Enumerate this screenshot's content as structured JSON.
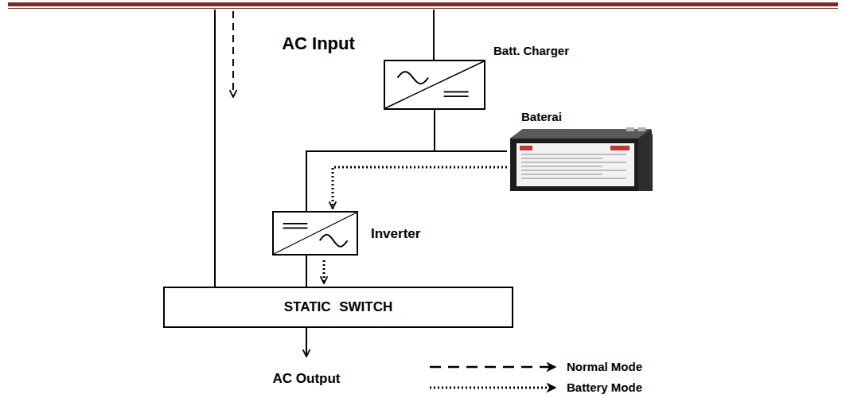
{
  "diagram": {
    "nodes": [
      {
        "text": [
          "Batt. Charger"
        ]
      },
      {
        "text": [
          "Baterai"
        ]
      },
      {
        "text": [
          "Inverter"
        ]
      },
      {
        "text": [
          "STATIC SWITCH"
        ]
      }
    ],
    "edges": [
      {
        "from": 0,
        "to": 1,
        "arrow": "none"
      },
      {
        "from": 0,
        "to": 2,
        "arrow": "none"
      },
      {
        "from": 1,
        "to": 2,
        "arrow": "to"
      },
      {
        "from": 2,
        "to": 3,
        "arrow": "none"
      },
      {
        "from": 2,
        "to": 3,
        "arrow": "to"
      }
    ],
    "labels": [
      "AC Input",
      "AC Output"
    ],
    "legend": [
      {
        "text": "Normal Mode"
      },
      {
        "text": "Battery Mode"
      }
    ]
  }
}
